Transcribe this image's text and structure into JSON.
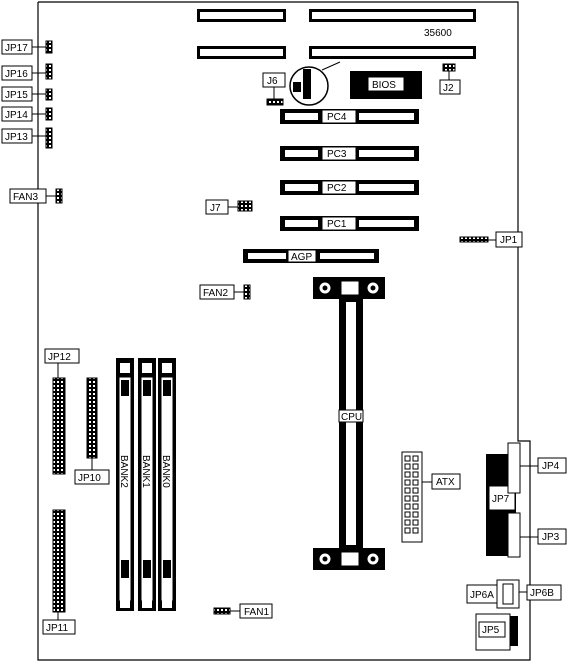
{
  "board": {
    "model": "35600"
  },
  "labels": {
    "bios": "BIOS",
    "jp17": "JP17",
    "jp16": "JP16",
    "jp15": "JP15",
    "jp14": "JP14",
    "jp13": "JP13",
    "j6": "J6",
    "j2": "J2",
    "fan3": "FAN3",
    "j7": "J7",
    "jp1": "JP1",
    "pci4": "PC4",
    "pci3": "PC3",
    "pci2": "PC2",
    "pci1": "PC1",
    "agp": "AGP",
    "fan2": "FAN2",
    "cpu": "CPU",
    "jp12": "JP12",
    "jp10": "JP10",
    "jp11": "JP11",
    "bank2": "BANK2",
    "bank1": "BANK1",
    "bank0": "BANK0",
    "atx": "ATX",
    "jp4": "JP4",
    "jp7": "JP7",
    "jp3": "JP3",
    "jp6a": "JP6A",
    "jp6b": "JP6B",
    "jp5": "JP5",
    "fan1": "FAN1"
  }
}
